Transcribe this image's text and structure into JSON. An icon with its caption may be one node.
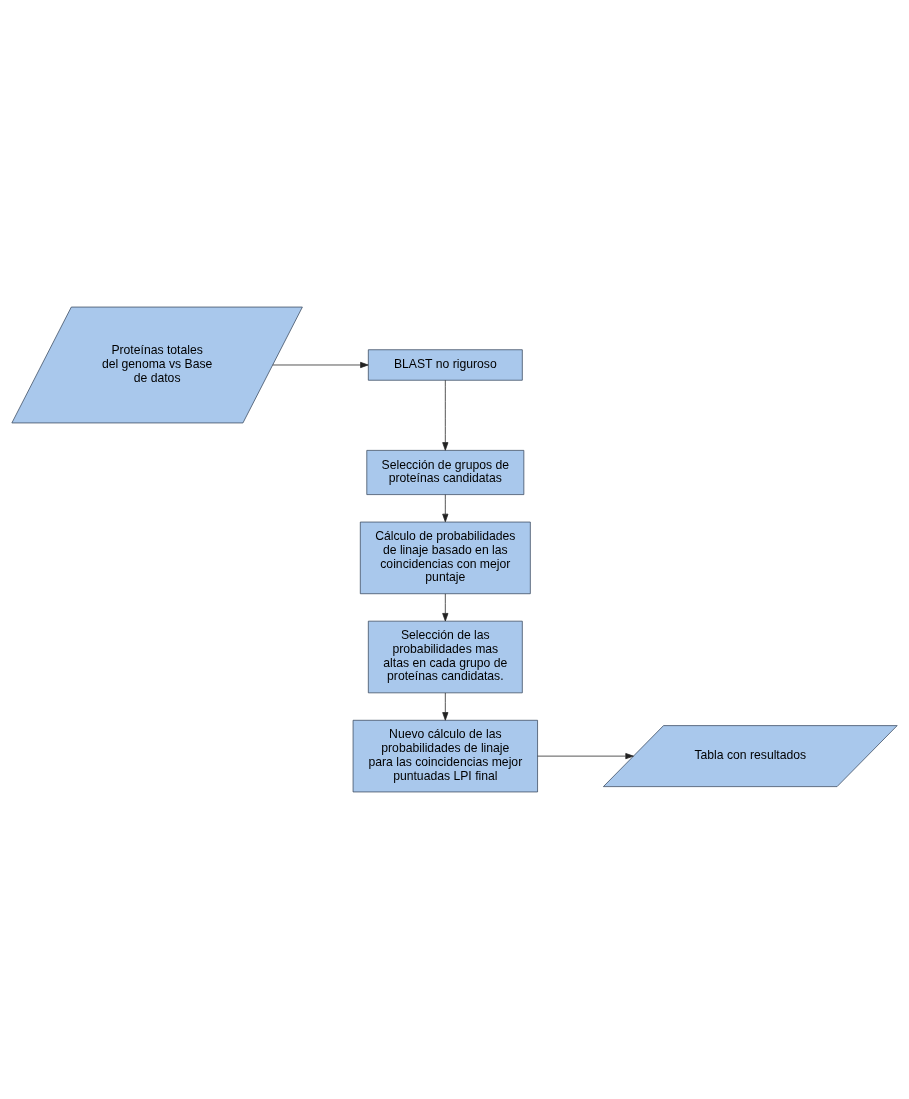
{
  "diagram": {
    "nodes": [
      {
        "text": [
          "Proteínas totales del genoma vs Base de datos"
        ]
      },
      {
        "text": [
          "BLAST no riguroso"
        ]
      },
      {
        "text": [
          "Selección de grupos de proteínas candidatas"
        ]
      },
      {
        "text": [
          "Cálculo de probabilidades de linaje basado en las coincidencias con mejor puntaje"
        ]
      },
      {
        "text": [
          "Selección de las probabilidades mas altas en cada grupo de proteínas candidatas."
        ]
      },
      {
        "text": [
          "Nuevo cálculo de las probabilidades de linaje para las coincidencias mejor puntuadas LPI final"
        ]
      },
      {
        "text": [
          "Tabla con resultados"
        ]
      }
    ],
    "edges": [
      {
        "from": 0,
        "to": 1,
        "arrow": "to"
      },
      {
        "from": 1,
        "to": 2,
        "arrow": "to"
      },
      {
        "from": 2,
        "to": 3,
        "arrow": "to"
      },
      {
        "from": 3,
        "to": 4,
        "arrow": "to"
      },
      {
        "from": 4,
        "to": 5,
        "arrow": "to"
      },
      {
        "from": 5,
        "to": 6,
        "arrow": "to"
      }
    ]
  }
}
